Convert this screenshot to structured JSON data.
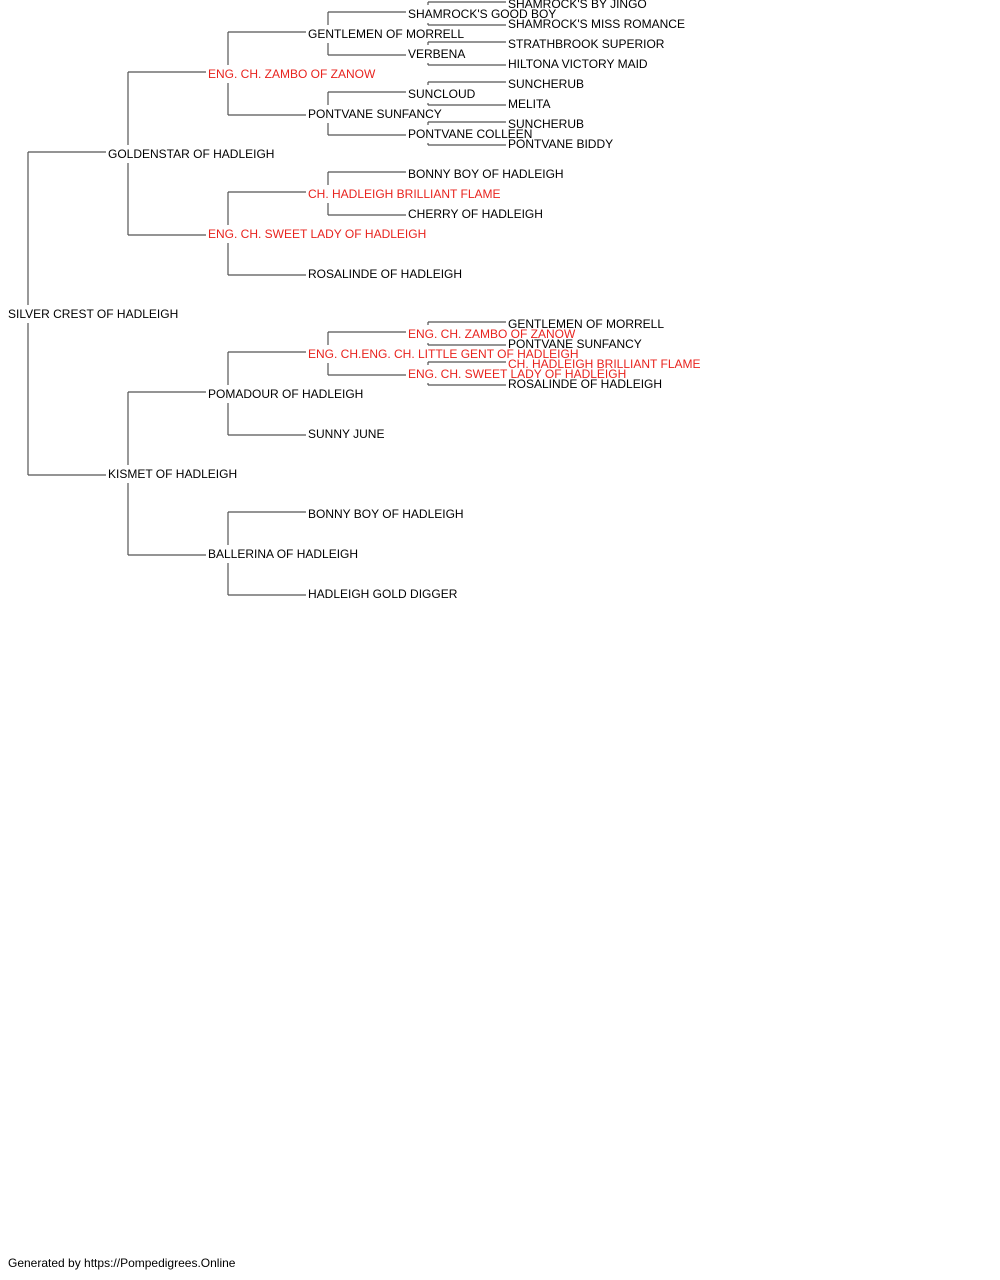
{
  "colors": {
    "champion": "#e8231e",
    "normal": "#000000",
    "line": "#555555"
  },
  "pedigree": [
    {
      "name": "SILVER CREST OF HADLEIGH",
      "champion": false,
      "sire": {
        "name": "GOLDENSTAR OF HADLEIGH",
        "champion": false,
        "sire": {
          "name": "ENG. CH. ZAMBO OF ZANOW",
          "champion": true,
          "sire": {
            "name": "GENTLEMEN OF MORRELL",
            "champion": false,
            "sire": {
              "name": "SHAMROCK'S GOOD BOY",
              "champion": false,
              "sire": {
                "name": "SHAMROCK'S BY JINGO",
                "champion": false
              },
              "dam": {
                "name": "SHAMROCK'S MISS ROMANCE",
                "champion": false
              }
            },
            "dam": {
              "name": "VERBENA",
              "champion": false,
              "sire": {
                "name": "STRATHBROOK SUPERIOR",
                "champion": false
              },
              "dam": {
                "name": "HILTONA VICTORY MAID",
                "champion": false
              }
            }
          },
          "dam": {
            "name": "PONTVANE SUNFANCY",
            "champion": false,
            "sire": {
              "name": "SUNCLOUD",
              "champion": false,
              "sire": {
                "name": "SUNCHERUB",
                "champion": false
              },
              "dam": {
                "name": "MELITA",
                "champion": false
              }
            },
            "dam": {
              "name": "PONTVANE COLLEEN",
              "champion": false,
              "sire": {
                "name": "SUNCHERUB",
                "champion": false
              },
              "dam": {
                "name": "PONTVANE BIDDY",
                "champion": false
              }
            }
          }
        },
        "dam": {
          "name": "ENG. CH. SWEET LADY OF HADLEIGH",
          "champion": true,
          "sire": {
            "name": "CH. HADLEIGH BRILLIANT FLAME",
            "champion": true,
            "sire": {
              "name": "BONNY BOY OF HADLEIGH",
              "champion": false
            },
            "dam": {
              "name": "CHERRY OF HADLEIGH",
              "champion": false
            }
          },
          "dam": {
            "name": "ROSALINDE OF HADLEIGH",
            "champion": false
          }
        }
      },
      "dam": {
        "name": "KISMET OF HADLEIGH",
        "champion": false,
        "sire": {
          "name": "POMADOUR OF HADLEIGH",
          "champion": false,
          "sire": {
            "name": "ENG. CH.ENG. CH. LITTLE GENT OF HADLEIGH",
            "champion": true,
            "sire": {
              "name": "ENG. CH. ZAMBO OF ZANOW",
              "champion": true,
              "sire": {
                "name": "GENTLEMEN OF MORRELL",
                "champion": false
              },
              "dam": {
                "name": "PONTVANE SUNFANCY",
                "champion": false
              }
            },
            "dam": {
              "name": "ENG. CH. SWEET LADY OF HADLEIGH",
              "champion": true,
              "sire": {
                "name": "CH. HADLEIGH BRILLIANT FLAME",
                "champion": true
              },
              "dam": {
                "name": "ROSALINDE OF HADLEIGH",
                "champion": false
              }
            }
          },
          "dam": {
            "name": "SUNNY JUNE",
            "champion": false
          }
        },
        "dam": {
          "name": "BALLERINA OF HADLEIGH",
          "champion": false,
          "sire": {
            "name": "BONNY BOY OF HADLEIGH",
            "champion": false
          },
          "dam": {
            "name": "HADLEIGH GOLD DIGGER",
            "champion": false
          }
        }
      }
    }
  ],
  "footer": "Generated by https://Pompedigrees.Online"
}
